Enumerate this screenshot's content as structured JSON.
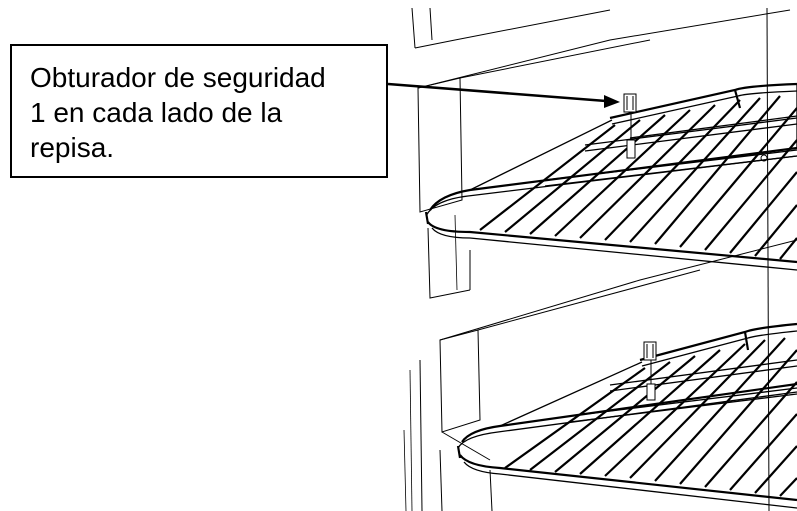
{
  "callout": {
    "lines": [
      "Obturador de seguridad",
      "1 en cada lado de la",
      "repisa."
    ]
  },
  "colors": {
    "line": "#000000",
    "background": "#ffffff"
  }
}
